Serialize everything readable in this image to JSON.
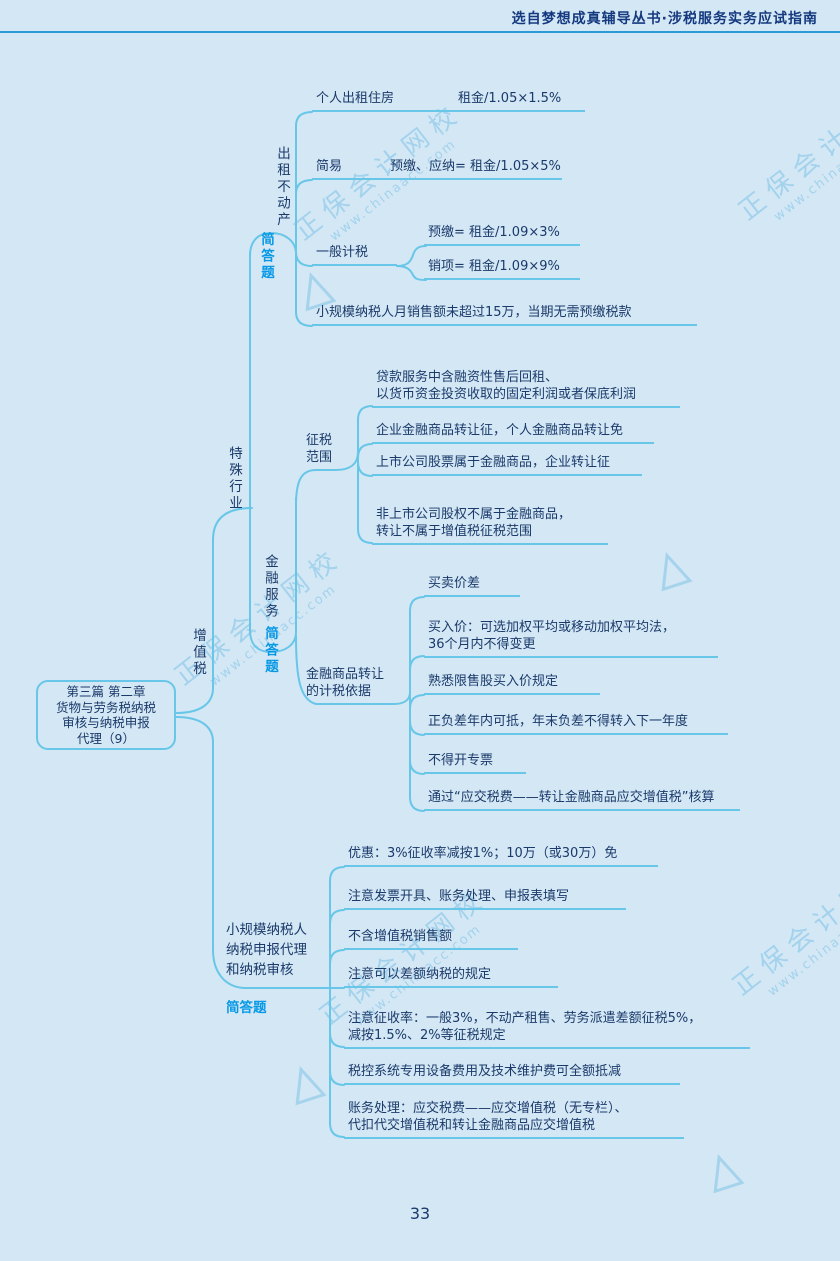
{
  "header": {
    "title": "选自梦想成真辅导丛书·涉税服务实务应试指南"
  },
  "footer": {
    "page_number": "33"
  },
  "watermark": {
    "brand": "正保会计网校",
    "url": "www.chinaacc.com"
  },
  "map": {
    "root": {
      "line1": "第三篇 第二章",
      "line2": "货物与劳务税纳税",
      "line3": "审核与纳税申报",
      "line4": "代理（9）"
    },
    "trunk": {
      "label": "增值税"
    },
    "special": {
      "label": "特殊行业"
    },
    "rent": {
      "label": "出租不动产",
      "tag": "简答题",
      "personal": {
        "label": "个人出租住房",
        "formula": "租金/1.05×1.5%"
      },
      "simple": {
        "label": "简易",
        "formula": "预缴、应纳= 租金/1.05×5%"
      },
      "general": {
        "label": "一般计税",
        "prepay": "预缴= 租金/1.09×3%",
        "output": "销项= 租金/1.09×9%"
      },
      "small_note": "小规模纳税人月销售额未超过15万，当期无需预缴税款"
    },
    "finance": {
      "label": "金融服务",
      "tag": "简答题",
      "scope": {
        "label1": "征税",
        "label2": "范围",
        "items": [
          {
            "line1": "贷款服务中含融资性售后回租、",
            "line2": "以货币资金投资收取的固定利润或者保底利润"
          },
          {
            "line1": "企业金融商品转让征，个人金融商品转让免"
          },
          {
            "line1": "上市公司股票属于金融商品，企业转让征"
          },
          {
            "line1": "非上市公司股权不属于金融商品，",
            "line2": "转让不属于增值税征税范围"
          }
        ]
      },
      "basis": {
        "label1": "金融商品转让",
        "label2": "的计税依据",
        "items": [
          {
            "line1": "买卖价差"
          },
          {
            "line1": "买入价：可选加权平均或移动加权平均法，",
            "line2": "36个月内不得变更"
          },
          {
            "line1": "熟悉限售股买入价规定"
          },
          {
            "line1": "正负差年内可抵，年末负差不得转入下一年度"
          },
          {
            "line1": "不得开专票"
          },
          {
            "line1": "通过“应交税费——转让金融商品应交增值税”核算"
          }
        ]
      }
    },
    "small_scale": {
      "label1": "小规模纳税人",
      "label2": "纳税申报代理",
      "label3": "和纳税审核",
      "tag": "简答题",
      "items": [
        {
          "line1": "优惠：3%征收率减按1%；10万（或30万）免"
        },
        {
          "line1": "注意发票开具、账务处理、申报表填写"
        },
        {
          "line1": "不含增值税销售额"
        },
        {
          "line1": "注意可以差额纳税的规定"
        },
        {
          "line1": "注意征收率：一般3%，不动产租售、劳务派遣差额征税5%，",
          "line2": "减按1.5%、2%等征税规定"
        },
        {
          "line1": "税控系统专用设备费用及技术维护费可全额抵减"
        },
        {
          "line1": "账务处理：应交税费——应交增值税（无专栏）、",
          "line2": "代扣代交增值税和转让金融商品应交增值税"
        }
      ]
    }
  },
  "colors": {
    "background": "#d3e7f5",
    "line": "#68c6e8",
    "text": "#1b3a6a",
    "tag": "#0899e6",
    "header_text": "#15397f",
    "header_rule": "#2b9bd7"
  }
}
